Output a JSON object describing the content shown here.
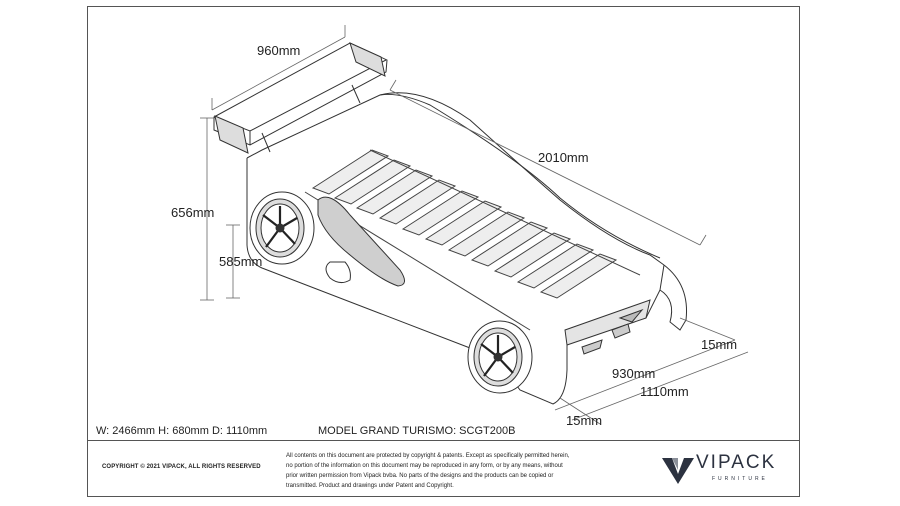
{
  "dimensions": {
    "spoiler_width": "960mm",
    "total_length": "2010mm",
    "total_height": "656mm",
    "side_height": "585mm",
    "inner_width": "930mm",
    "outer_width": "1110mm",
    "panel_thickness_front": "15mm",
    "panel_thickness_side": "15mm"
  },
  "spec_line": "W: 2466mm H: 680mm D: 1110mm",
  "model_line": "MODEL GRAND TURISMO: SCGT200B",
  "copyright": "COPYRIGHT  © 2021 VIPACK, ALL RIGHTS RESERVED",
  "legal_lines": [
    "All contents on this document are protected by copyright & patents. Except as specifically permitted herein,",
    "no portion of the information on this document may be reproduced in any form, or by any means, without",
    "prior written permission from Vipack bvba. No parts of the designs and the products can be copied or",
    "transmitted. Product and drawings under Patent and Copyright."
  ],
  "brand": {
    "name": "VIPACK",
    "tagline": "FURNITURE",
    "color": "#2c3240"
  }
}
